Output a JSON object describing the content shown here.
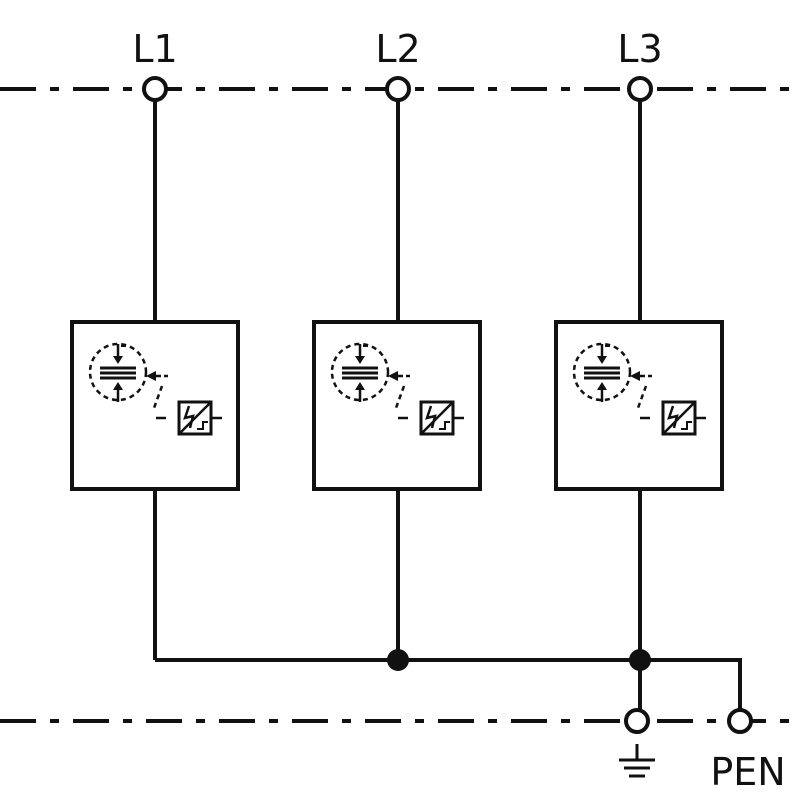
{
  "diagram": {
    "phases": [
      {
        "label": "L1"
      },
      {
        "label": "L2"
      },
      {
        "label": "L3"
      }
    ],
    "terminals": {
      "earth_icon": "earth-ground-icon",
      "pen_label": "PEN"
    },
    "module_icons": [
      "spark-gap-disconnector-icon",
      "thermal-disconnect-icon"
    ],
    "colors": {
      "line": "#111111",
      "background": "#ffffff"
    }
  }
}
